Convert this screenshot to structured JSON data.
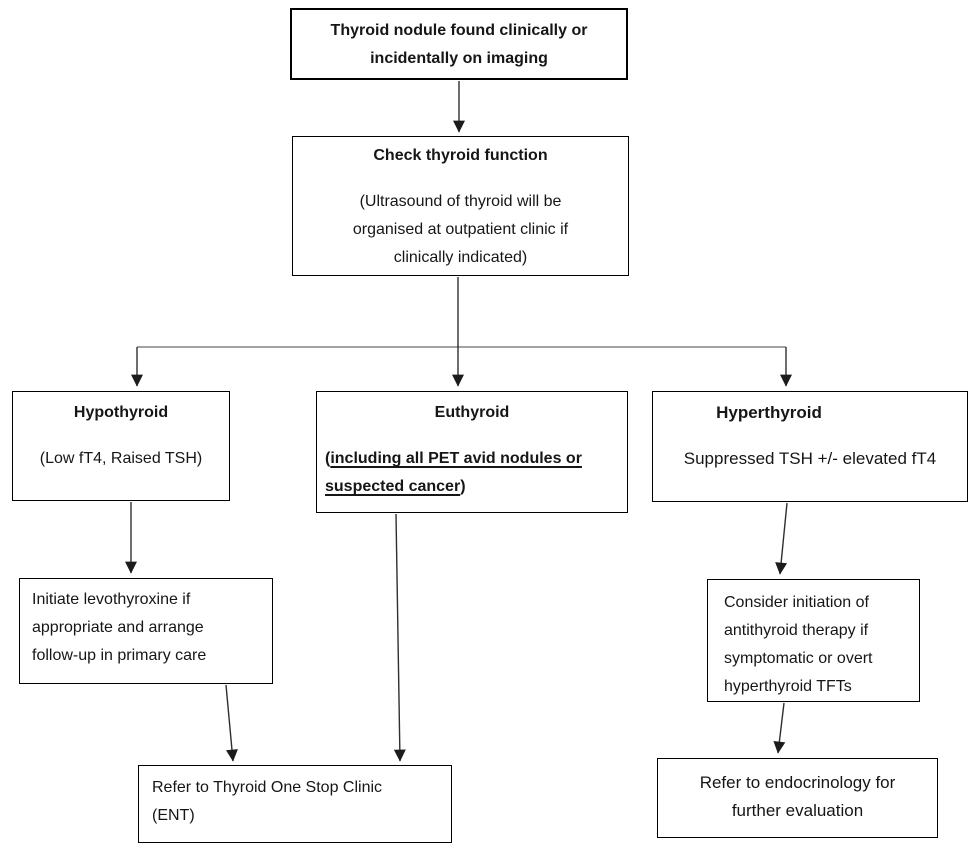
{
  "colors": {
    "background": "#ffffff",
    "box_border": "#000000",
    "text": "#161616",
    "connector": "#2f2f2f",
    "branch_bar": "#6b6b6b"
  },
  "nodes": {
    "start": {
      "lines": [
        "Thyroid nodule found clinically or",
        "incidentally on imaging"
      ]
    },
    "check_thyroid_function": {
      "title": "Check thyroid function",
      "body_lines": [
        "(Ultrasound of thyroid will be",
        "organised at outpatient clinic if",
        "clinically indicated)"
      ]
    },
    "hypothyroid": {
      "title": "Hypothyroid",
      "body": "(Low fT4, Raised TSH)"
    },
    "euthyroid": {
      "title": "Euthyroid",
      "body_line1_prefix": "(",
      "body_line1_underlined": "including all PET avid nodules or",
      "body_line2_underlined": "suspected cancer",
      "body_line2_suffix": ")"
    },
    "hyperthyroid": {
      "title": "Hyperthyroid",
      "body": "Suppressed TSH +/- elevated fT4"
    },
    "initiate_levothyroxine": {
      "lines": [
        "Initiate levothyroxine if",
        "appropriate and arrange",
        "follow-up in primary care"
      ]
    },
    "consider_antithyroid": {
      "lines": [
        "Consider initiation of",
        "antithyroid therapy if",
        "symptomatic or overt",
        "hyperthyroid TFTs"
      ]
    },
    "refer_one_stop_clinic": {
      "lines": [
        "Refer to Thyroid One Stop Clinic",
        "(ENT)"
      ]
    },
    "refer_endocrinology": {
      "lines": [
        "Refer to endocrinology for",
        "further evaluation"
      ]
    }
  }
}
